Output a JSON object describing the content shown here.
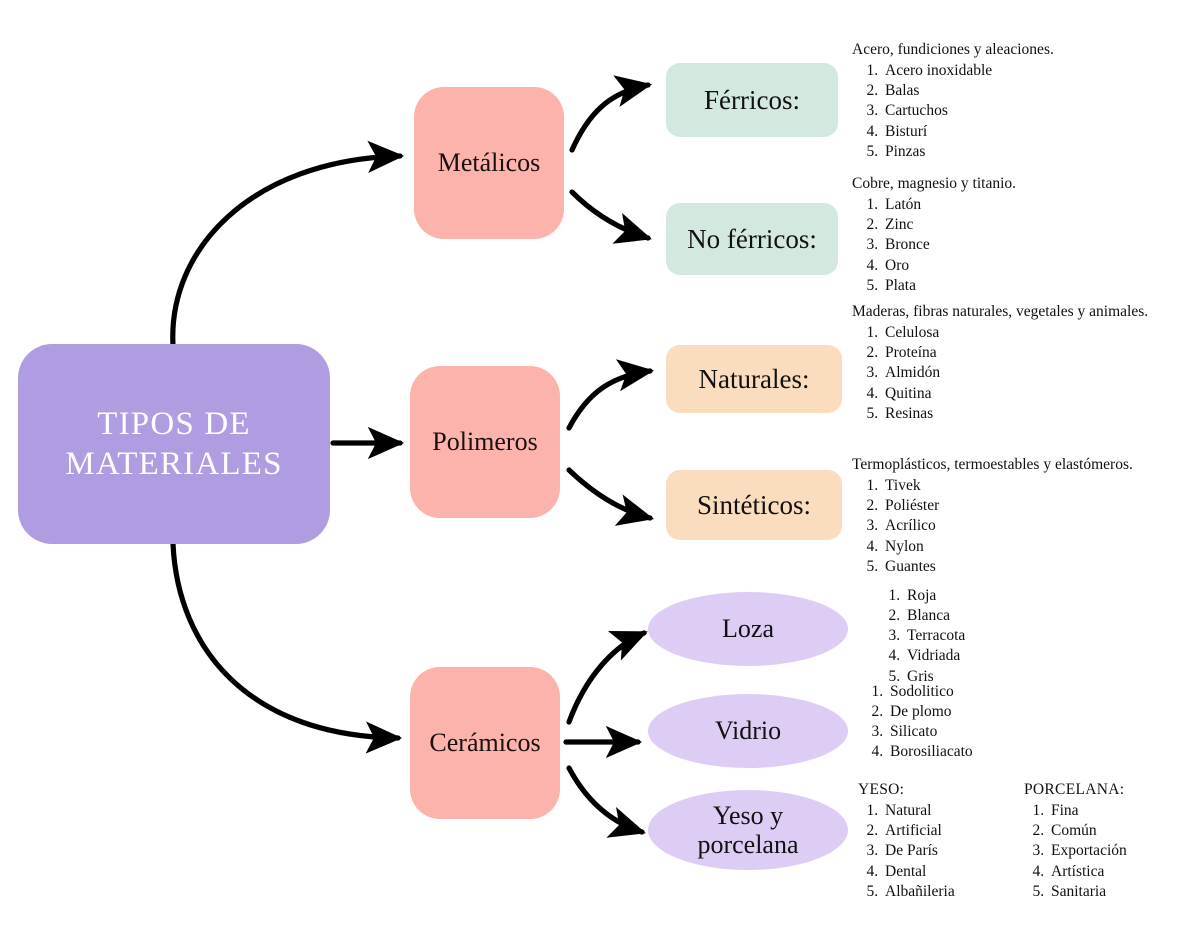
{
  "root": {
    "line1": "TIPOS DE",
    "line2": "MATERIALES"
  },
  "categories": [
    {
      "id": "metalicos",
      "label": "Metálicos"
    },
    {
      "id": "polimeros",
      "label": "Polimeros"
    },
    {
      "id": "ceramicos",
      "label": "Cerámicos"
    }
  ],
  "leaves": {
    "ferricos": {
      "label": "Férricos:"
    },
    "noferricos": {
      "label": "No férricos:"
    },
    "naturales": {
      "label": "Naturales:"
    },
    "sinteticos": {
      "label": "Sintéticos:"
    },
    "loza": {
      "label": "Loza"
    },
    "vidrio": {
      "label": "Vidrio"
    },
    "yeso": {
      "line1": "Yeso y",
      "line2": "porcelana"
    }
  },
  "details": {
    "ferricos": {
      "heading": "Acero, fundiciones y aleaciones.",
      "items": [
        "Acero inoxidable",
        "Balas",
        "Cartuchos",
        "Bisturí",
        "Pinzas"
      ]
    },
    "noferricos": {
      "heading": "Cobre, magnesio y titanio.",
      "items": [
        "Latón",
        "Zinc",
        "Bronce",
        "Oro",
        "Plata"
      ]
    },
    "naturales": {
      "heading": "Maderas, fibras naturales, vegetales y animales.",
      "items": [
        "Celulosa",
        "Proteína",
        "Almidón",
        "Quitina",
        "Resinas"
      ]
    },
    "sinteticos": {
      "heading": "Termoplásticos, termoestables y elastómeros.",
      "items": [
        "Tivek",
        "Poliéster",
        "Acrílico",
        "Nylon",
        "Guantes"
      ]
    },
    "loza": {
      "heading": "",
      "items": [
        "Roja",
        "Blanca",
        "Terracota",
        "Vidriada",
        "Gris"
      ]
    },
    "vidrio": {
      "heading": "",
      "items": [
        "Sodolitico",
        "De plomo",
        "Silicato",
        "Borosiliacato"
      ]
    },
    "yeso": {
      "heading": "YESO:",
      "items": [
        "Natural",
        "Artificial",
        "De París",
        "Dental",
        "Albañileria"
      ]
    },
    "porcelana": {
      "heading": "PORCELANA:",
      "items": [
        "Fina",
        "Común",
        "Exportación",
        "Artística",
        "Sanitaria"
      ]
    }
  },
  "colors": {
    "root": "#b09ce0",
    "category": "#fbb3ac",
    "leaf_mint": "#d3e9e0",
    "leaf_peach": "#fadcbe",
    "leaf_lavender": "#ddcdf5",
    "edge": "#000000",
    "background": "#ffffff"
  }
}
